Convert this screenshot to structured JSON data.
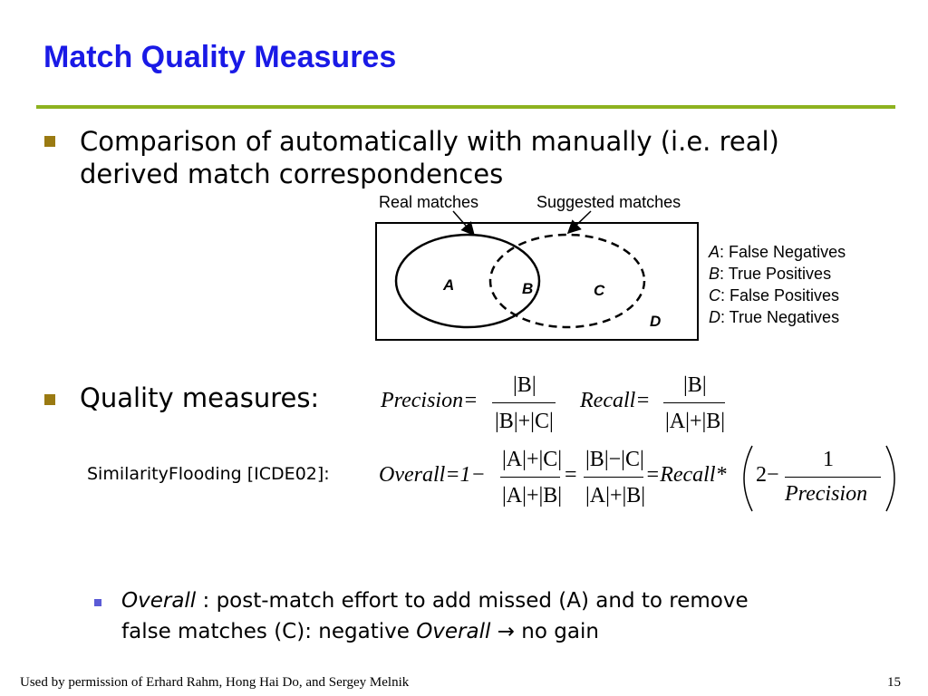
{
  "title": "Match Quality Measures",
  "accent_color": "#1a1ae6",
  "rule_color": "#8db21f",
  "bullets": [
    {
      "line1": "Comparison of automatically with manually (i.e. real)",
      "line2": "derived match correspondences"
    },
    {
      "text": "Quality measures:"
    }
  ],
  "venn": {
    "label_real": "Real matches",
    "label_suggested": "Suggested matches",
    "region_a": "A",
    "region_b": "B",
    "region_c": "C",
    "region_d": "D"
  },
  "legend": [
    {
      "letter": "A",
      "desc": ": False Negatives"
    },
    {
      "letter": "B",
      "desc": ": True Positives"
    },
    {
      "letter": "C",
      "desc": ": False Positives"
    },
    {
      "letter": "D",
      "desc": ": True Negatives"
    }
  ],
  "formulas": {
    "precision_lhs": "Precision=",
    "precision_num": "|B|",
    "precision_den": "|B|+|C|",
    "recall_lhs": "Recall=",
    "recall_num": "|B|",
    "recall_den": "|A|+|B|",
    "overall_lhs": "Overall=1−",
    "overall_frac1_num": "|A|+|C|",
    "overall_frac1_den": "|A|+|B|",
    "equals": "=",
    "overall_frac2_num": "|B|−|C|",
    "overall_frac2_den": "|A|+|B|",
    "overall_rhs": "=Recall*",
    "two_minus": "2−",
    "one": "1",
    "precision_word": "Precision"
  },
  "similarity_flooding": "SimilarityFlooding [ICDE02]:",
  "sub_bullet": {
    "overall_word": "Overall",
    "line1_rest": " : post-match effort to add missed (A) and to remove",
    "line2_start": "false matches (C): negative ",
    "overall_word2": "Overall",
    "arrow": " → ",
    "line2_end": "no gain"
  },
  "footer": "Used by permission of Erhard Rahm, Hong Hai Do, and Sergey Melnik",
  "page_number": "15"
}
